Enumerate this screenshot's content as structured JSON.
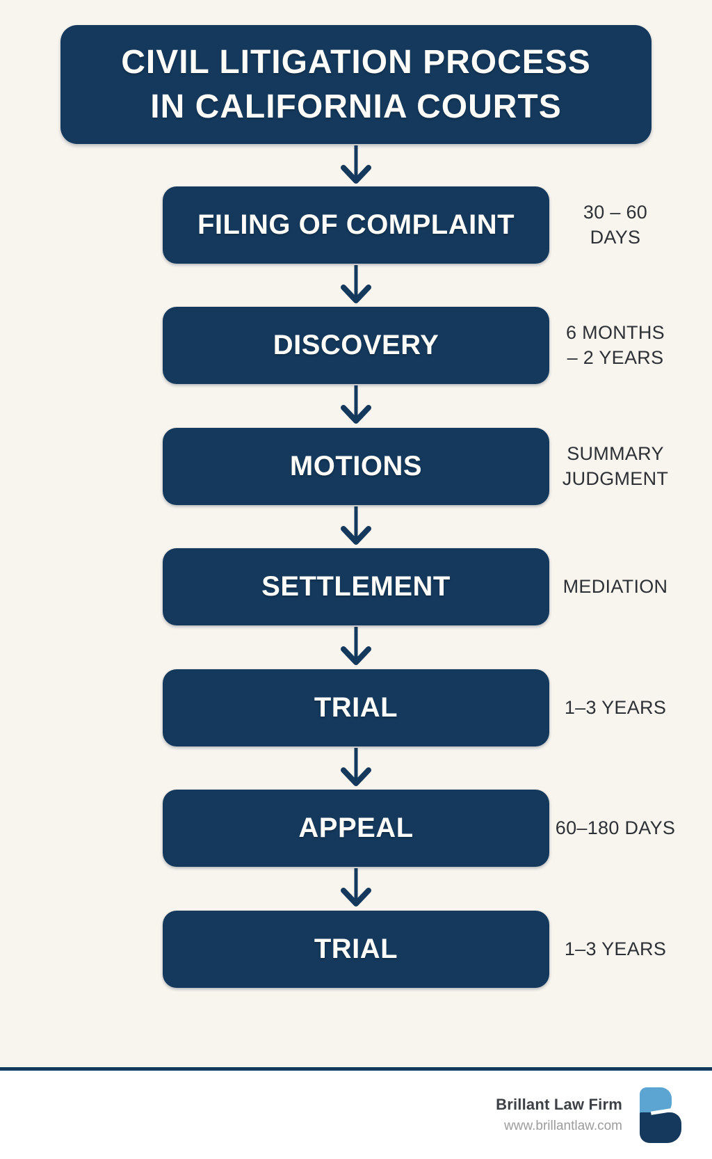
{
  "colors": {
    "navy": "#14395c",
    "background": "#f8f4ee",
    "label_text": "#2d3136",
    "box_text": "#fdfcf8",
    "footer_brand_text": "#3d4044",
    "footer_url_text": "#9c9c9c",
    "logo_light_blue": "#5ca5d2",
    "footer_background": "#ffffff"
  },
  "title": {
    "line1": "CIVIL LITIGATION PROCESS",
    "line2": "IN CALIFORNIA COURTS"
  },
  "steps": [
    {
      "label": "FILING OF COMPLAINT",
      "duration1": "30 – 60",
      "duration2": "DAYS"
    },
    {
      "label": "DISCOVERY",
      "duration1": "6 MONTHS",
      "duration2": "– 2 YEARS"
    },
    {
      "label": "MOTIONS",
      "duration1": "SUMMARY",
      "duration2": "JUDGMENT"
    },
    {
      "label": "SETTLEMENT",
      "duration1": "MEDIATION",
      "duration2": ""
    },
    {
      "label": "TRIAL",
      "duration1": "1–3 YEARS",
      "duration2": ""
    },
    {
      "label": "APPEAL",
      "duration1": "60–180 DAYS",
      "duration2": ""
    },
    {
      "label": "TRIAL",
      "duration1": "1–3 YEARS",
      "duration2": ""
    }
  ],
  "footer": {
    "brand": "Brillant Law Firm",
    "website": "www.brillantlaw.com"
  },
  "icons": {
    "arrow": "arrow-down-icon",
    "logo": "brillant-law-b-logo"
  }
}
